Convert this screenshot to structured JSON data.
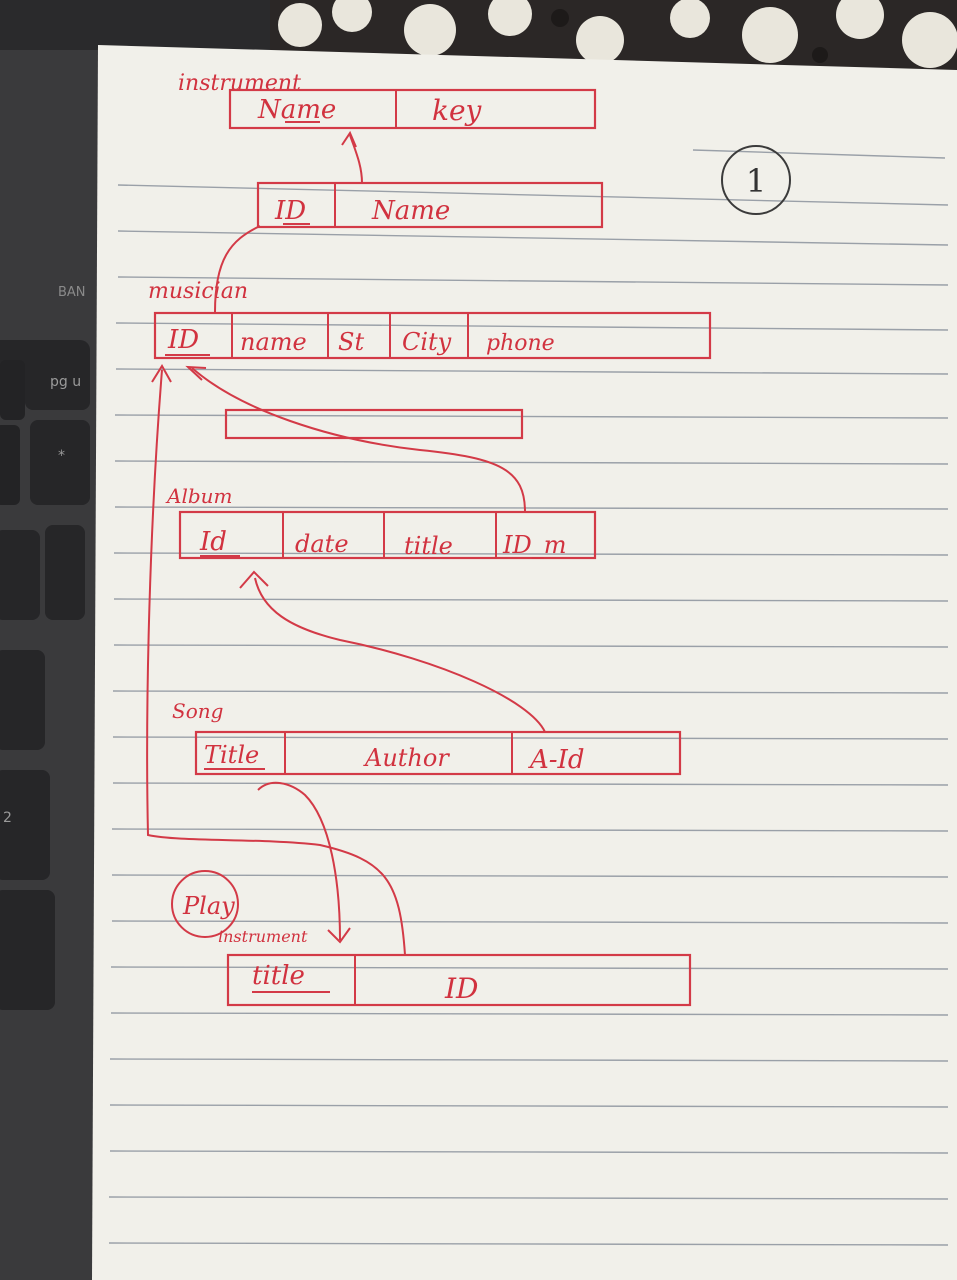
{
  "page_number": "1",
  "laptop": {
    "key_label": "pg u",
    "brand_fragment": "BAN",
    "key_star": "*",
    "key_two": "2"
  },
  "tables": {
    "instrument": {
      "title": "instrument",
      "fields": [
        "Name",
        "key"
      ]
    },
    "instrument_link": {
      "fields": [
        "ID",
        "Name"
      ]
    },
    "musician": {
      "title": "musician",
      "fields": [
        "ID",
        "name",
        "St",
        "City",
        "phone"
      ]
    },
    "album": {
      "title": "Album",
      "fields": [
        "Id",
        "date",
        "title",
        "ID_m"
      ]
    },
    "song": {
      "title": "Song",
      "fields": [
        "Title",
        "Author",
        "A-Id"
      ]
    },
    "play": {
      "title": "Play",
      "subtitle": "instrument",
      "fields": [
        "title",
        "ID"
      ]
    }
  },
  "colors": {
    "ink": "#d33a47",
    "paper": "#f1f0ea",
    "lines": "#9aa0a8",
    "laptop": "#3a3a3c"
  }
}
